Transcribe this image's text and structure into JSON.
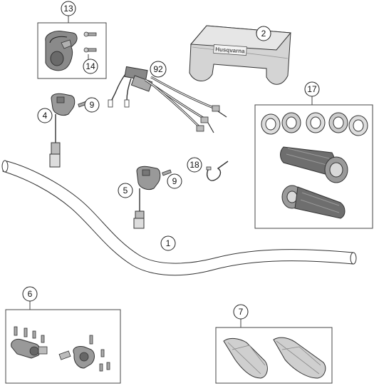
{
  "callouts": {
    "c13": "13",
    "c14": "14",
    "c2": "2",
    "c92": "92",
    "c17": "17",
    "c4": "4",
    "c9a": "9",
    "c9b": "9",
    "c18": "18",
    "c5": "5",
    "c1": "1",
    "c6": "6",
    "c7": "7"
  },
  "pad_logo": "Husqvarna",
  "colors": {
    "line": "#333333",
    "fill_dark": "#6e6e6e",
    "fill_mid": "#9a9a9a",
    "fill_light": "#d9d9d9"
  }
}
